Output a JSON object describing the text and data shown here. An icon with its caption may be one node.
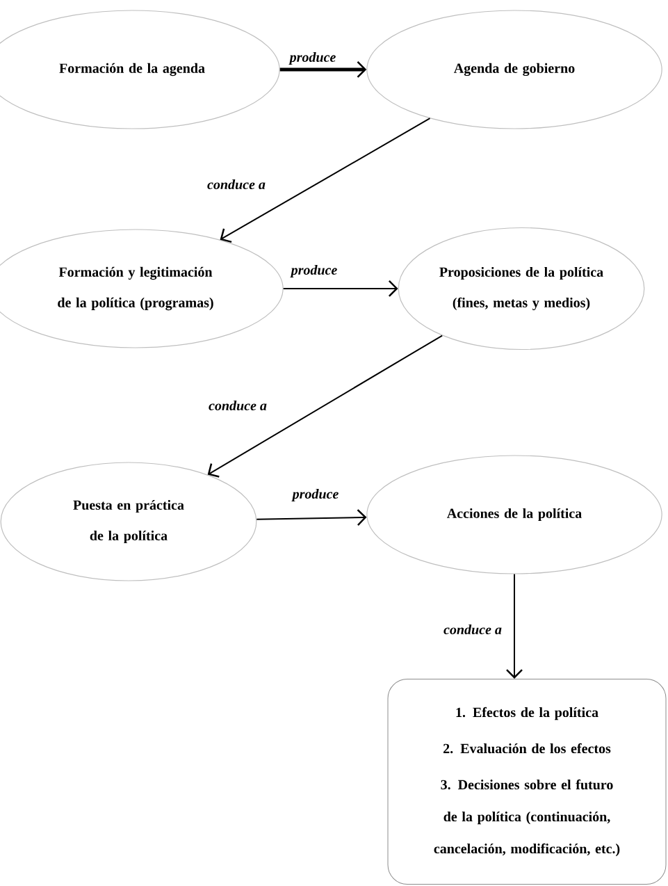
{
  "diagram": {
    "nodes": [
      {
        "text": [
          "Formación de la agenda"
        ]
      },
      {
        "text": [
          "Agenda de gobierno"
        ]
      },
      {
        "text": [
          "Formación y legitimación de la política (programas)"
        ]
      },
      {
        "text": [
          "Proposiciones de la política (fines, metas y medios)"
        ]
      },
      {
        "text": [
          "Puesta en práctica de la política"
        ]
      },
      {
        "text": [
          "Acciones de la política"
        ]
      },
      {
        "text": [
          "1. Efectos de la política",
          "2. Evaluación de los efectos",
          "3. Decisiones sobre el futuro de la política (continuación, cancelación, modificación, etc.)"
        ]
      }
    ],
    "edges": [
      {
        "from": 0,
        "to": 1,
        "arrow": "to",
        "label": "produce",
        "style": "thick"
      },
      {
        "from": 1,
        "to": 2,
        "arrow": "to",
        "label": "conduce a"
      },
      {
        "from": 2,
        "to": 3,
        "arrow": "to",
        "label": "produce"
      },
      {
        "from": 3,
        "to": 4,
        "arrow": "to",
        "label": "conduce a"
      },
      {
        "from": 4,
        "to": 5,
        "arrow": "to",
        "label": "produce"
      },
      {
        "from": 5,
        "to": 6,
        "arrow": "to",
        "label": "conduce a"
      }
    ]
  }
}
